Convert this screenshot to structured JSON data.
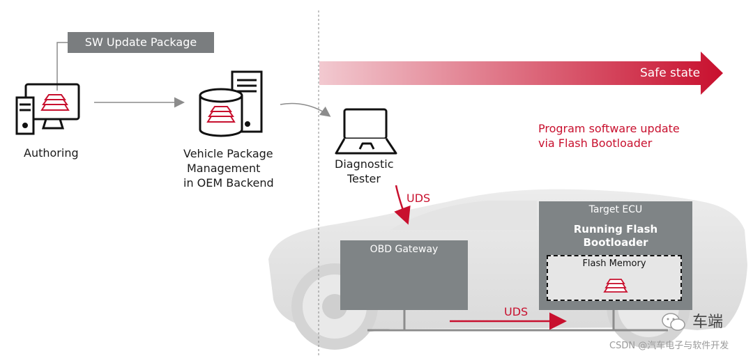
{
  "sw_update_package": "SW Update Package",
  "authoring": "Authoring",
  "vehicle_package": [
    "Vehicle Package",
    "Management",
    "in OEM Backend"
  ],
  "diagnostic_tester": [
    "Diagnostic",
    "Tester"
  ],
  "safe_state": "Safe state",
  "program_update": [
    "Program software update",
    "via Flash Bootloader"
  ],
  "uds_vertical": "UDS",
  "uds_horizontal": "UDS",
  "obd_gateway": "OBD Gateway",
  "target_ecu": "Target ECU",
  "running_flash": [
    "Running Flash",
    "Bootloader"
  ],
  "flash_memory": "Flash Memory",
  "watermark_main": "车端",
  "watermark_credit": "CSDN @汽车电子与软件开发",
  "colors": {
    "accent": "#c8102e",
    "gray_box": "#7f8486",
    "label_box": "#7a7d7f",
    "arrow_gray": "#8c8c8c"
  }
}
